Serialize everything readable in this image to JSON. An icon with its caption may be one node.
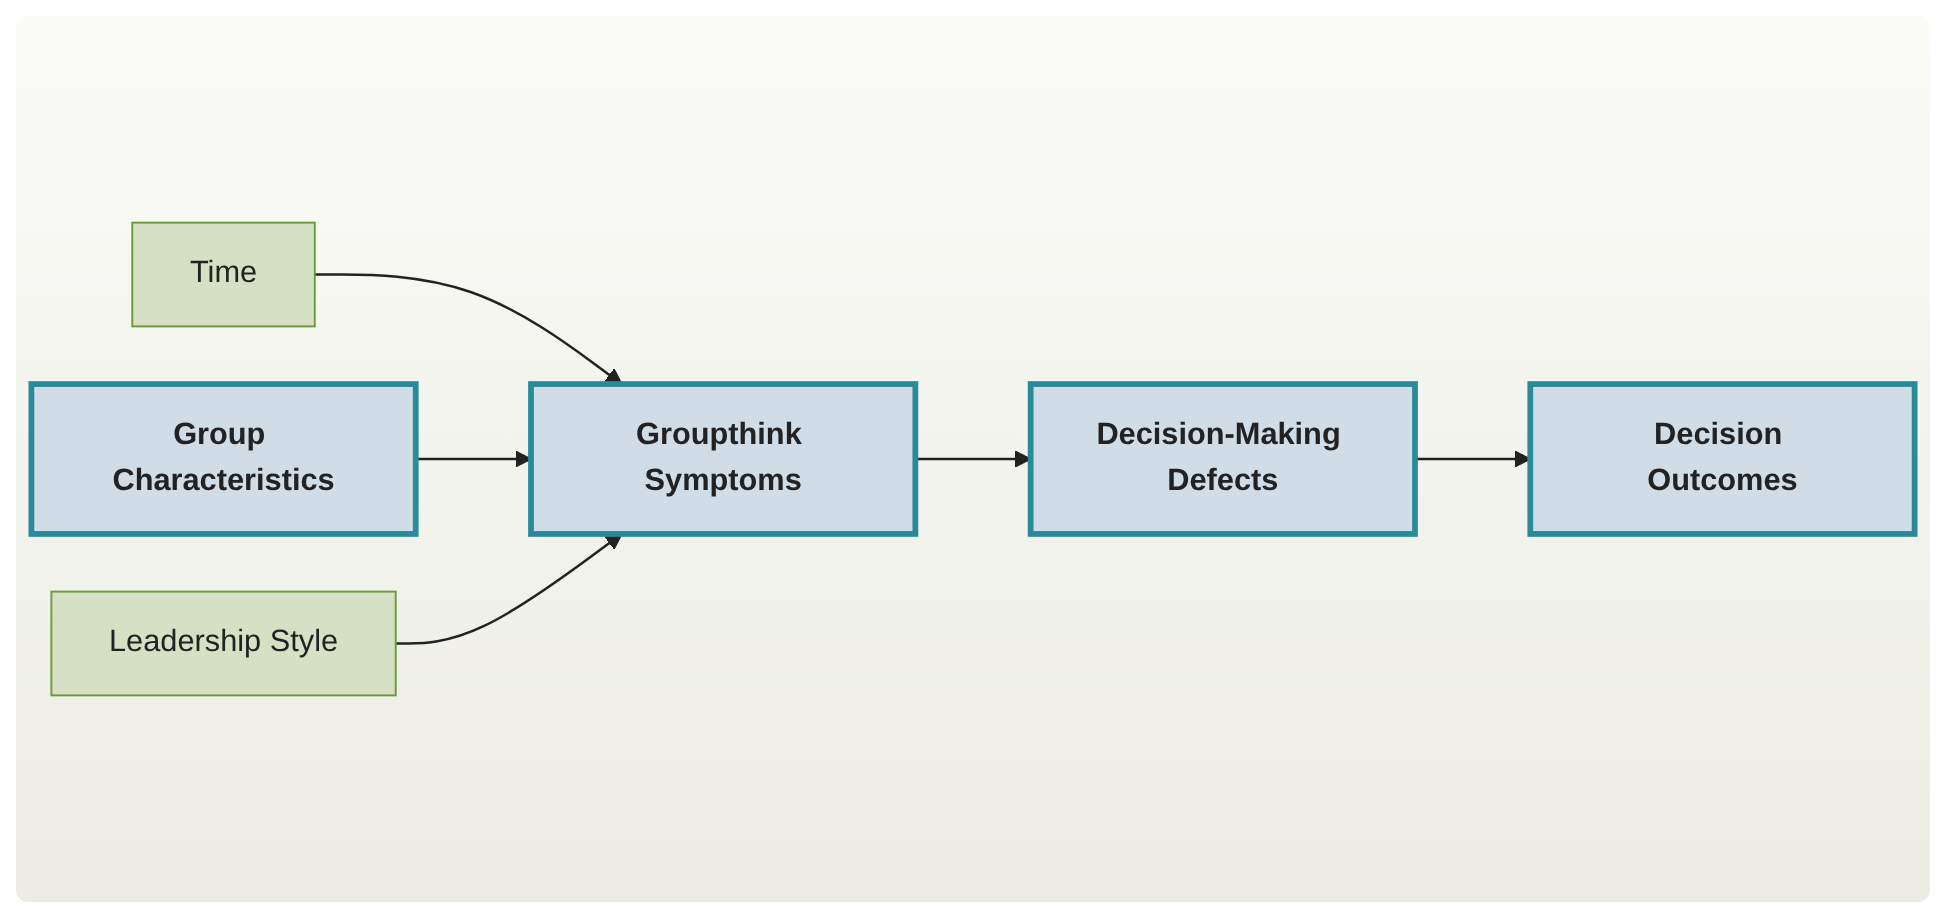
{
  "diagram": {
    "nodes": [
      {
        "text": [
          "Time"
        ]
      },
      {
        "text": [
          "Group Characteristics"
        ]
      },
      {
        "text": [
          "Groupthink Symptoms"
        ]
      },
      {
        "text": [
          "Decision-Making Defects"
        ]
      },
      {
        "text": [
          "Decision Outcomes"
        ]
      },
      {
        "text": [
          "Leadership Style"
        ]
      }
    ],
    "edges": [
      {
        "from": 0,
        "to": 2,
        "arrow": "to"
      },
      {
        "from": 1,
        "to": 2,
        "arrow": "to"
      },
      {
        "from": 5,
        "to": 2,
        "arrow": "to"
      },
      {
        "from": 2,
        "to": 3,
        "arrow": "to"
      },
      {
        "from": 3,
        "to": 4,
        "arrow": "to"
      }
    ]
  }
}
